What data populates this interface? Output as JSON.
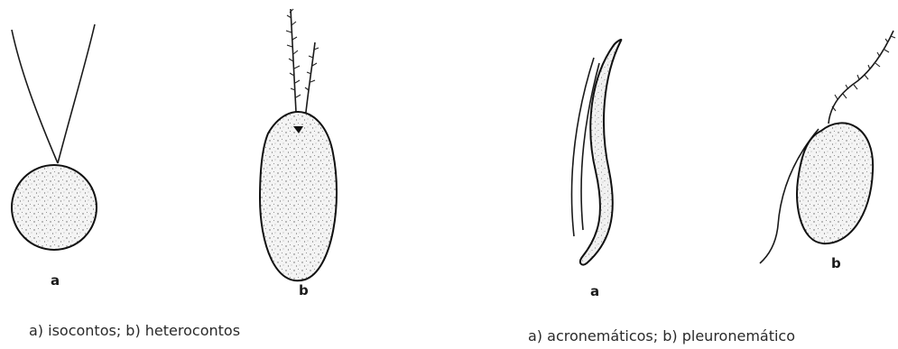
{
  "figure_left": {
    "label_a": "a",
    "label_b": "b",
    "caption": "a) isocontos; b) heterocontos"
  },
  "figure_right": {
    "label_a": "a",
    "label_b": "b",
    "caption": "a) acronemáticos; b) pleuronemático"
  }
}
